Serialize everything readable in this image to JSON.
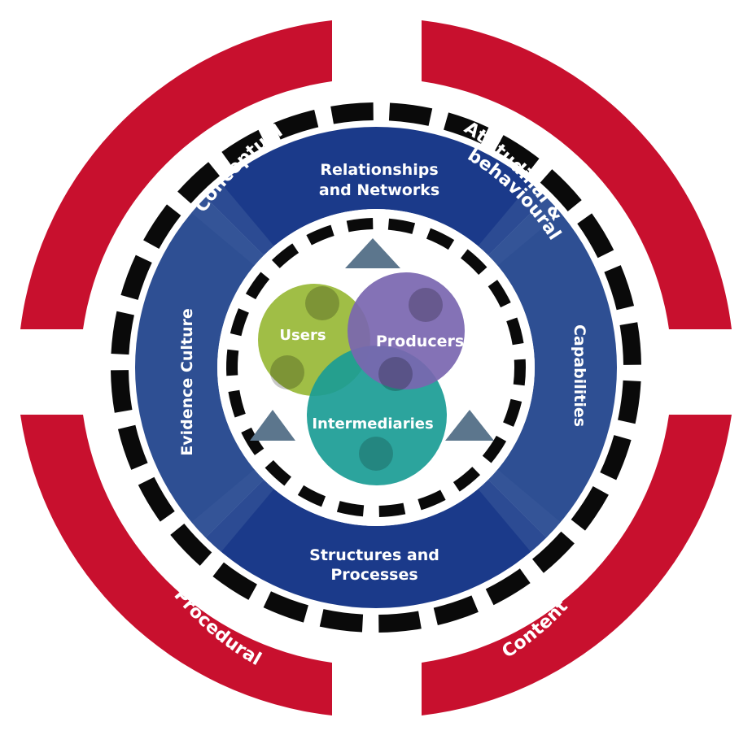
{
  "outer_labels": {
    "top_left": "Conceptual",
    "top_right_line1": "Attitudinal &",
    "top_right_line2": "behavioural",
    "bottom_left": "Procedural",
    "bottom_right": "Content"
  },
  "ring_labels": {
    "top_line1": "Relationships",
    "top_line2": "and Networks",
    "right": "Capabilities",
    "bottom_line1": "Structures and",
    "bottom_line2": "Processes",
    "left": "Evidence Culture"
  },
  "core_labels": {
    "users": "Users",
    "producers": "Producers",
    "intermediaries": "Intermediaries"
  },
  "colors": {
    "outer_red": "#c8102e",
    "ring_dark_blue": "#1b3a8a",
    "ring_light_blue": "#2e4f93",
    "users_green": "#9bbb3c",
    "producers_purple": "#7a66b0",
    "intermediaries_teal": "#1a9c95",
    "triangle_grey": "#5c768d",
    "dash_black": "#0a0a0a"
  }
}
